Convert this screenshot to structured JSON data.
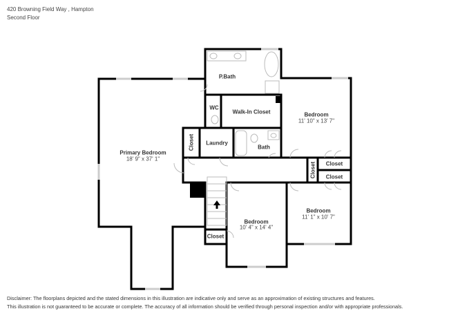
{
  "header": {
    "address": "420 Browning Field Way , Hampton",
    "floor": "Second Floor"
  },
  "rooms": {
    "primary_bedroom": {
      "label": "Primary Bedroom",
      "dimensions": "18' 9\" x 37' 1\""
    },
    "p_bath": {
      "label": "P.Bath"
    },
    "wc": {
      "label": "WC"
    },
    "walk_in_closet": {
      "label": "Walk-In Closet"
    },
    "bedroom_ne": {
      "label": "Bedroom",
      "dimensions": "11' 10\" x 13' 7\""
    },
    "closet_hall_left": {
      "label": "Closet"
    },
    "laundry": {
      "label": "Laundry"
    },
    "bath": {
      "label": "Bath"
    },
    "closet_hall_right": {
      "label": "Closet"
    },
    "closet_ne_upper": {
      "label": "Closet"
    },
    "closet_ne_lower": {
      "label": "Closet"
    },
    "bedroom_center": {
      "label": "Bedroom",
      "dimensions": "10' 4\" x 14' 4\""
    },
    "bedroom_se": {
      "label": "Bedroom",
      "dimensions": "11' 1\" x 10' 7\""
    },
    "closet_stair": {
      "label": "Closet"
    }
  },
  "stair_direction": "up",
  "colors": {
    "wall": "#000000",
    "window": "#cccccc",
    "fixture": "#bbbbbb",
    "text": "#333333"
  },
  "disclaimer": {
    "line1": "Disclaimer: The floorplans depicted and the stated dimensions in this illustration are indicative only and serve as an approximation of existing structures and features.",
    "line2": "This illustration is not guaranteed to be accurate or complete. The accuracy of all information should be verified through personal inspection and/or with appropriate professionals."
  }
}
